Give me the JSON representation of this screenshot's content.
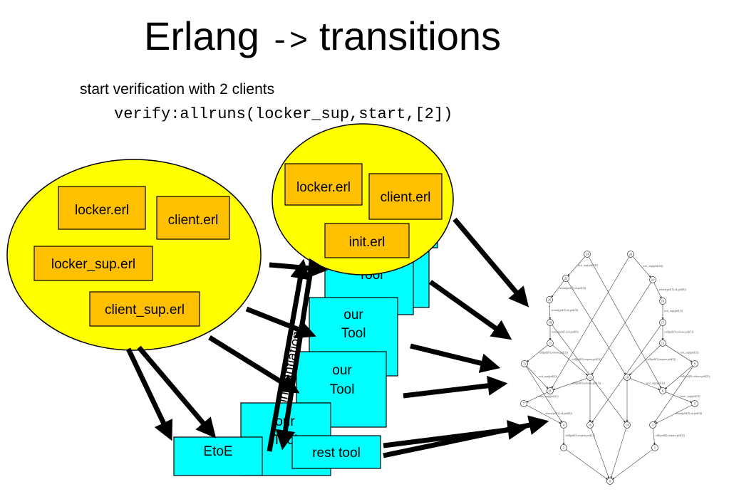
{
  "title": {
    "main": "Erlang",
    "arrow": "->",
    "tail": "transitions"
  },
  "subtitle": "start verification with 2 clients",
  "command": "verify:allruns(locker_sup,start,[2])",
  "left_group": {
    "files": [
      "locker.erl",
      "client.erl",
      "locker_sup.erl",
      "client_sup.erl"
    ]
  },
  "top_group": {
    "files": [
      "locker.erl",
      "client.erl",
      "init.erl"
    ]
  },
  "tools": {
    "back_label": "Tool",
    "middle": [
      "our",
      "Tool"
    ],
    "front": [
      "our",
      "Tool"
    ],
    "bottom_partial": [
      "our",
      "Tool"
    ],
    "etoe": "EtoE",
    "rest": "rest tool"
  },
  "instantiation_label": "instantiation",
  "colors": {
    "ellipse": "#ffff00",
    "file_box": "#ffc000",
    "tool_box": "#00ffff",
    "arrow": "#000000"
  },
  "state_graph": {
    "nodes": [
      "24",
      "23",
      "22",
      "21",
      "20",
      "19",
      "18",
      "17",
      "15",
      "13",
      "11",
      "12",
      "10",
      "9",
      "8",
      "6",
      "7",
      "5",
      "4",
      "16",
      "14",
      "3",
      "2",
      "1",
      "0"
    ],
    "edge_labels": [
      "exit_sup(pid(24))",
      "exit_sup(pid(23))",
      "return(pid(2),ok,pid(0))",
      "return(pid(1),ok,pid(0))",
      "return(pid(2),ok,pid(0))",
      "exit_sup(pid(1))",
      "return(pid(1),ok,pid(0))",
      "call(pid(0),release,pid(1))",
      "call(pid(0),release,pid(2))",
      "exit_sup(pid(1))",
      "call(pid(0),request,pid(1))",
      "call(pid(0),request,pid(2))",
      "exit_sup(pid(2))",
      "call(pid(0),release,pid(2))",
      "call(pid(0),release,pid(1))",
      "exit_sup(pid(2))",
      "enter_sup(pid(1))",
      "enter_sup(pid(2))",
      "return(pid(1),ok,pid(0))",
      "return(pid(2),ok,pid(0))",
      "call(pid(0),request,pid(1))",
      "call(pid(0),request,pid(2))"
    ]
  }
}
